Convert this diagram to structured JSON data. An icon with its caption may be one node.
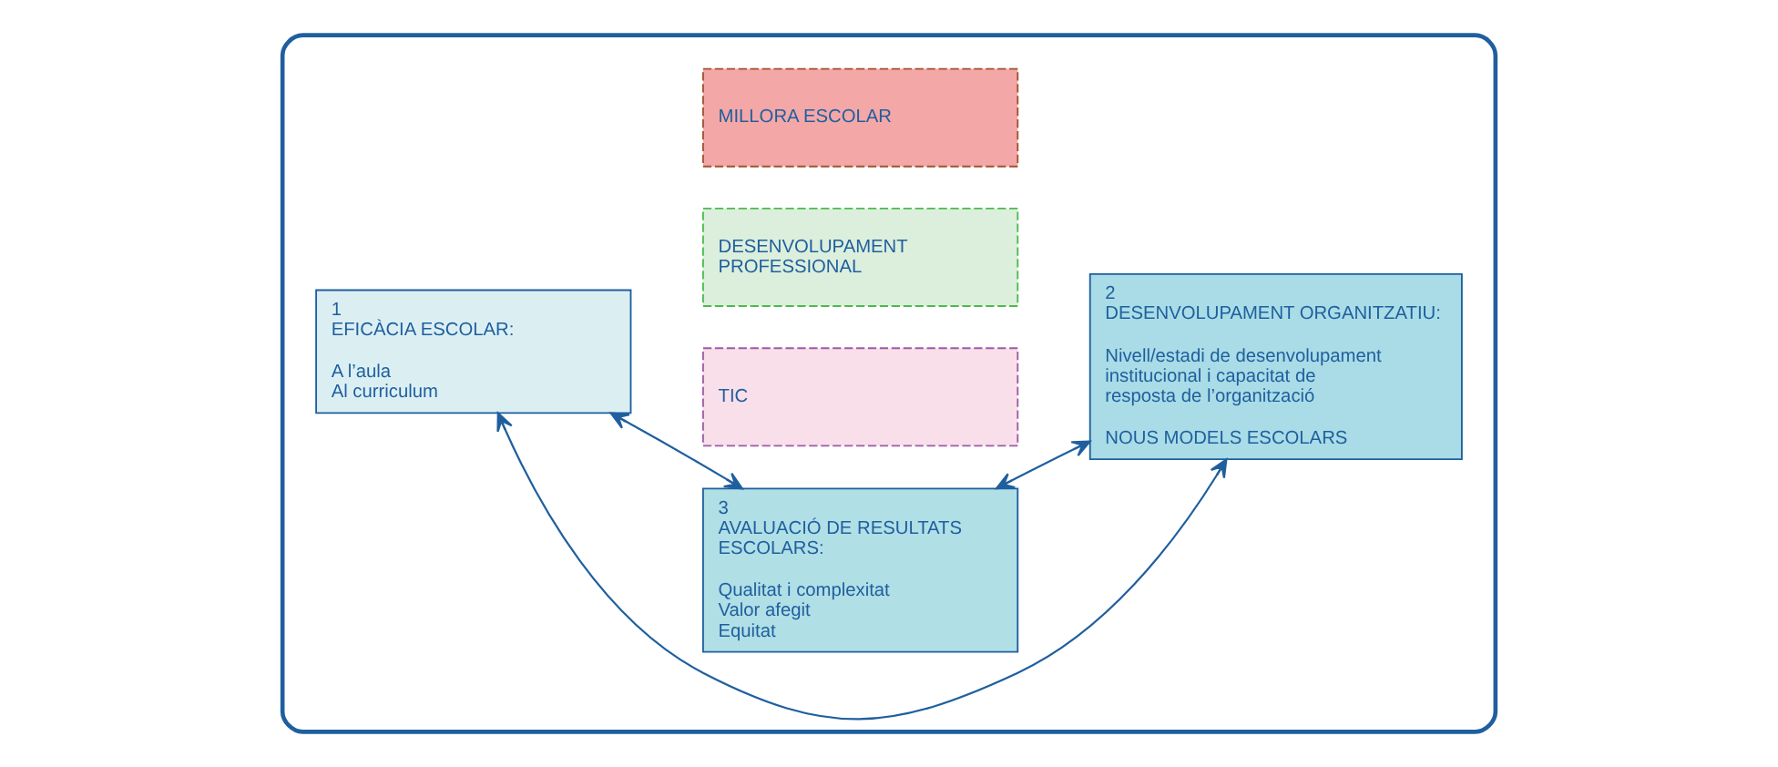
{
  "diagram": {
    "nodes": [
      {
        "text": [],
        "shape": "box"
      },
      {
        "text": [
          "1",
          "EFICÀCIA ESCOLAR:",
          "A l’aula",
          "Al curriculum"
        ],
        "in": 0
      },
      {
        "text": [
          "MILLORA ESCOLAR"
        ],
        "in": 0
      },
      {
        "text": [
          "DESENVOLUPAMENT PROFESSIONAL"
        ],
        "in": 0
      },
      {
        "text": [
          "TIC"
        ],
        "in": 0
      },
      {
        "text": [
          "2",
          "DESENVOLUPAMENT ORGANITZATIU:",
          "Nivell/estadi de desenvolupament institucional i capacitat de resposta de l’organització",
          "NOUS MODELS ESCOLARS"
        ],
        "in": 0
      },
      {
        "text": [
          "3",
          "AVALUACIÓ DE RESULTATS ESCOLARS:",
          "Qualitat i complexitat",
          "Valor afegit",
          "Equitat"
        ],
        "in": 0
      }
    ],
    "edges": [
      {
        "from": 1,
        "to": 5,
        "arrow": "both"
      },
      {
        "from": 1,
        "to": 6,
        "arrow": "both"
      },
      {
        "from": 5,
        "to": 6,
        "arrow": "both"
      }
    ]
  }
}
